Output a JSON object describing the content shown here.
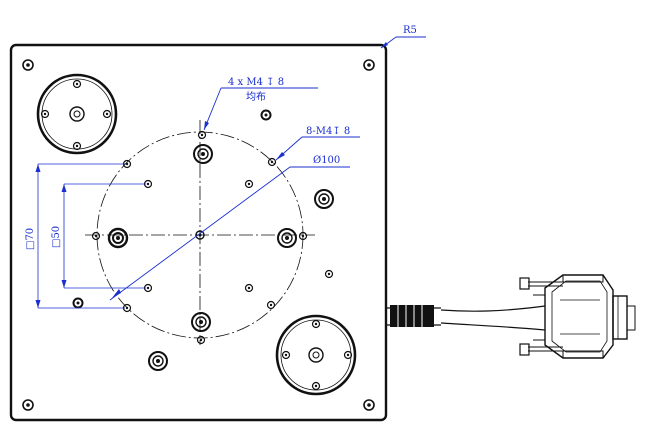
{
  "annotations": {
    "corner_radius": "R5",
    "top_holes_line1": "4 x  M4  ↧ 8",
    "top_holes_line2": "均布",
    "ring_holes": "8-M4↧ 8",
    "circle_diameter": "Ø100",
    "square_outer": "□70",
    "square_inner": "□50"
  },
  "colors": {
    "outline": "#111111",
    "dimension": "#1a2fd0",
    "background": "#ffffff"
  }
}
